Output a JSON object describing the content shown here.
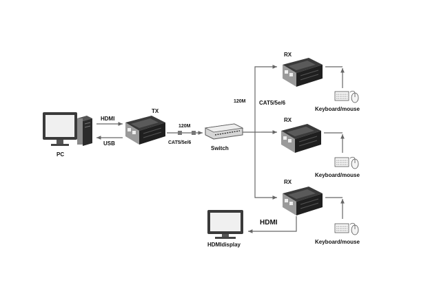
{
  "labels": {
    "pc": "PC",
    "hdmi": "HDMI",
    "usb": "USB",
    "tx": "TX",
    "len_tx": "120M",
    "cable_tx": "CAT5/5e/6",
    "switch": "Switch",
    "len_rx": "120M",
    "cable_rx": "CAT5/5e/6",
    "rx1": "RX",
    "rx2": "RX",
    "rx3": "RX",
    "kbm1": "Keyboard/mouse",
    "kbm2": "Keyboard/mouse",
    "kbm3": "Keyboard/mouse",
    "hdmi_out": "HDMI",
    "hdmi_display": "HDMIdisplay"
  },
  "icons": [
    "pc-monitor-icon",
    "pc-tower-icon",
    "extender-tx-icon",
    "switch-icon",
    "extender-rx-icon",
    "keyboard-icon",
    "mouse-icon",
    "display-icon"
  ],
  "colors": {
    "line": "#666666",
    "device_dark": "#2a2a2a",
    "device_light": "#d8d8d8"
  }
}
